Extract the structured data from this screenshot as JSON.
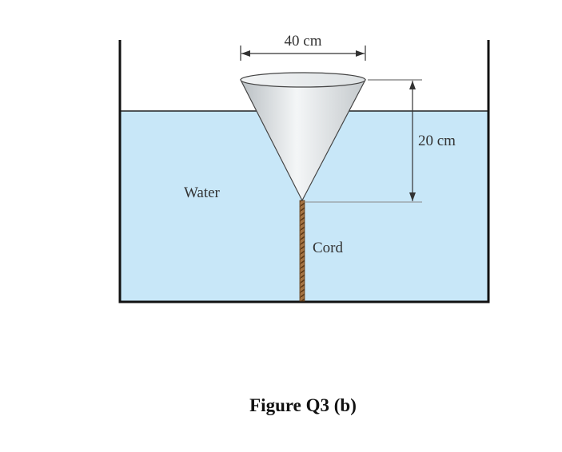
{
  "figure": {
    "caption": "Figure Q3 (b)",
    "labels": {
      "width_dimension": "40 cm",
      "height_dimension": "20 cm",
      "water": "Water",
      "cord": "Cord"
    },
    "colors": {
      "water_fill": "#c8e7f8",
      "tank_wall": "#111111",
      "cone_fill": "#dfe3e5",
      "cord": "#8a5a2b",
      "dimension_line": "#333333"
    }
  }
}
